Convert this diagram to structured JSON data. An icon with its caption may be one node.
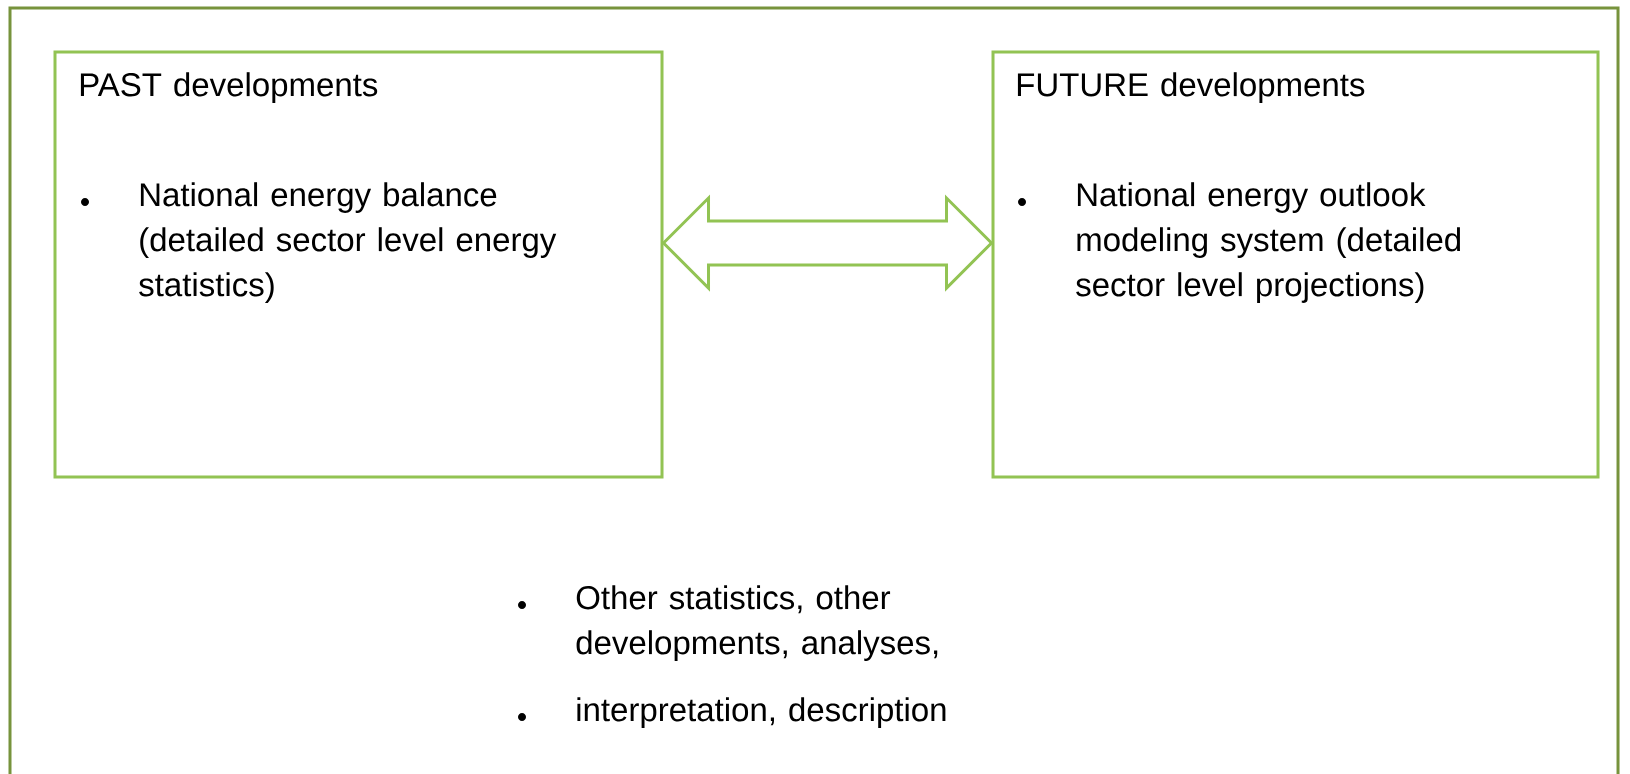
{
  "diagram": {
    "nodes": [
      {
        "text": [
          "Other statistics, other developments, analyses,",
          "interpretation, description"
        ]
      },
      {
        "text": [
          "PAST developments",
          "National energy balance (detailed sector level energy statistics)"
        ],
        "in": 0
      },
      {
        "text": [
          "FUTURE developments",
          "National energy outlook modeling system (detailed sector level projections)"
        ],
        "in": 0
      }
    ],
    "edges": [
      {
        "from": 1,
        "to": 2,
        "arrow": "both"
      }
    ]
  }
}
